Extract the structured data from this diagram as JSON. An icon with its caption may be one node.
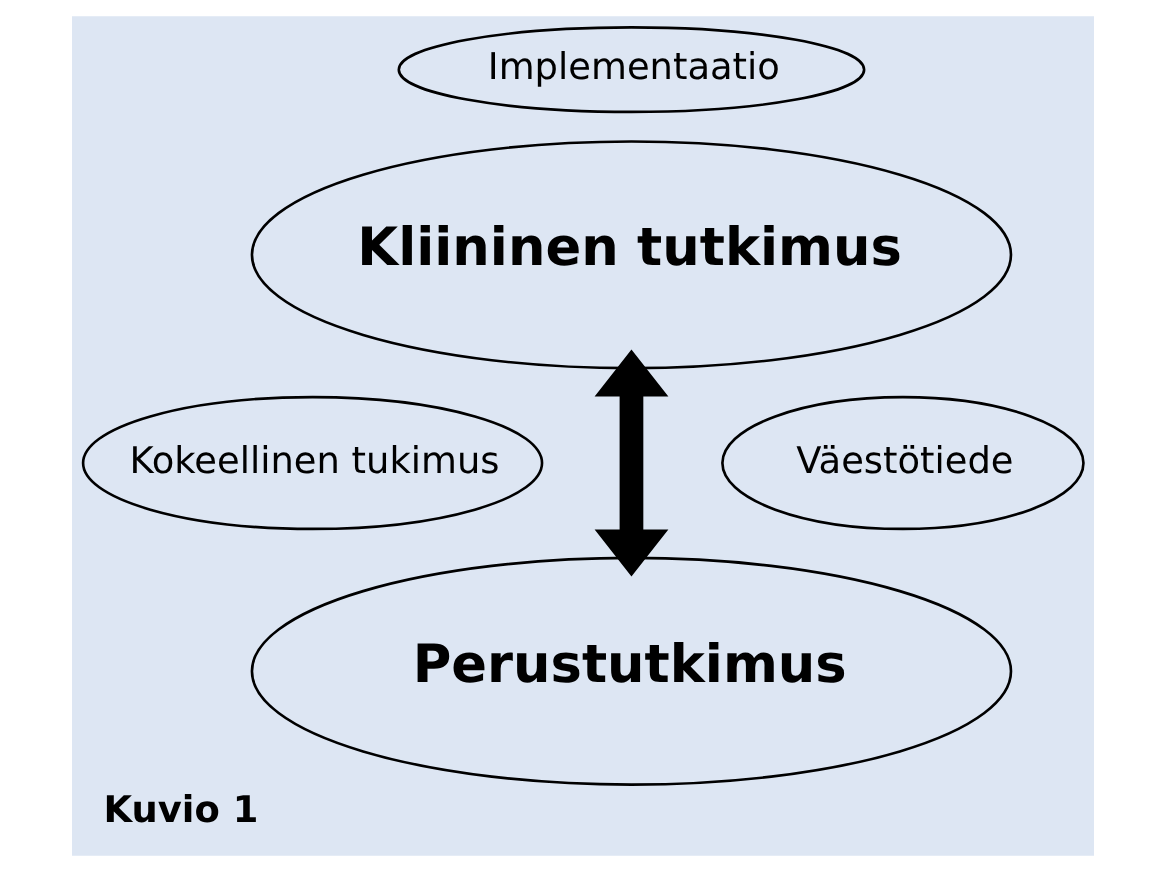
{
  "diagram": {
    "caption": "Kuvio 1",
    "nodes": [
      {
        "text": [
          "Implementaatio"
        ]
      },
      {
        "text": [
          "Kliininen tutkimus"
        ]
      },
      {
        "text": [
          "Kokeellinen tukimus"
        ]
      },
      {
        "text": [
          "Väestötiede"
        ]
      },
      {
        "text": [
          "Perustutkimus"
        ]
      }
    ],
    "edges": [
      {
        "from": 1,
        "to": 4,
        "arrow": "both"
      }
    ]
  }
}
